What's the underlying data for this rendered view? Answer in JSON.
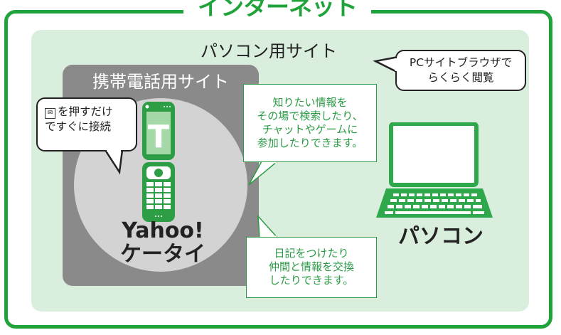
{
  "title": "インターネット",
  "pc_site_label": "パソコン用サイト",
  "mobile_site_label": "携帯電話用サイト",
  "yahoo_line1": "Yahoo!",
  "yahoo_line2": "ケータイ",
  "pc_label": "パソコン",
  "callout_left": {
    "line1_after_icon": "を押すだけ",
    "line2": "ですぐに接続"
  },
  "callout_right": {
    "line1": "PCサイトブラウザで",
    "line2": "らくらく閲覧"
  },
  "info_box_top": {
    "lines": [
      "知りたい情報を",
      "その場で検索したり、",
      "チャットやゲームに",
      "参加したりできます。"
    ]
  },
  "info_box_bottom": {
    "lines": [
      "日記をつけたり",
      "仲間と情報を交換",
      "したりできます。"
    ]
  },
  "phone_screen_letter": "T",
  "colors": {
    "green": "#21a33b",
    "light_green_bg": "#d9eedd",
    "gray_panel": "#8a8a8a",
    "gray_circle": "#d3d3d3"
  }
}
